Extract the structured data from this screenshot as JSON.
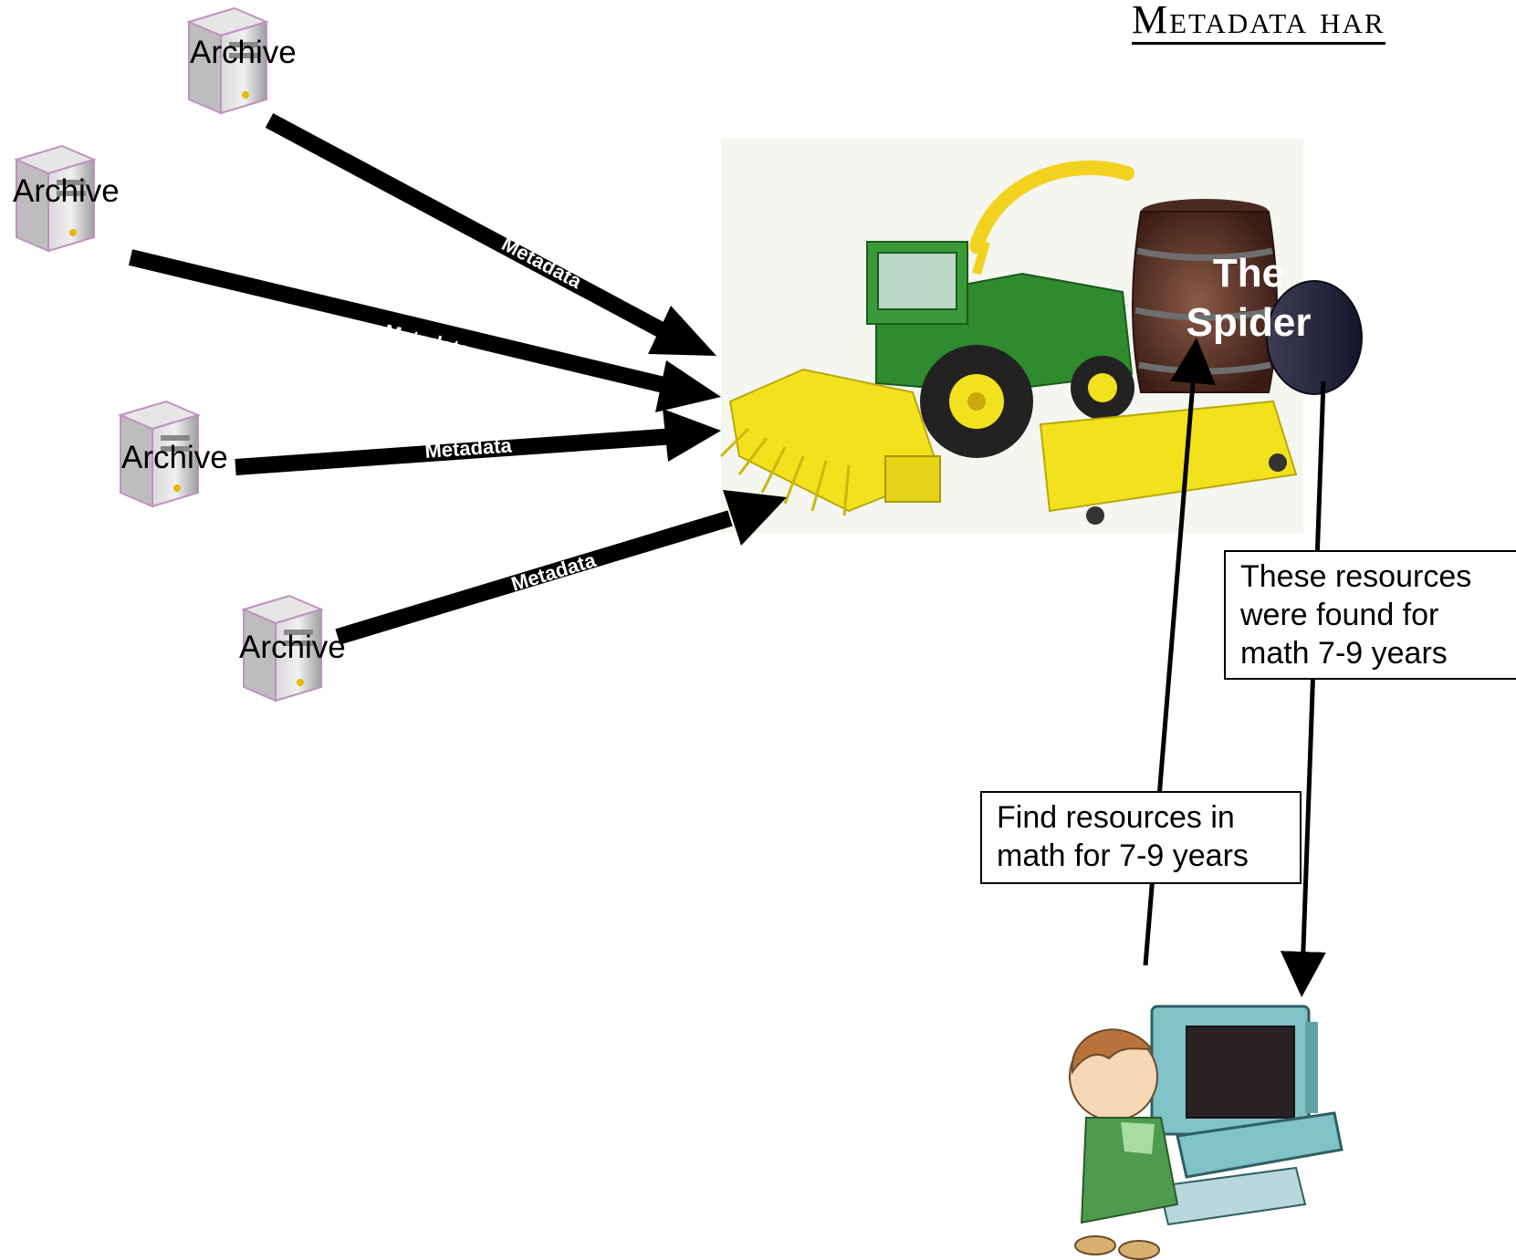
{
  "title": "Metadata har",
  "archives": [
    {
      "label": "Archive"
    },
    {
      "label": "Archive"
    },
    {
      "label": "Archive"
    },
    {
      "label": "Archive"
    }
  ],
  "arrow_labels": [
    "Metadata",
    "Metadata",
    "Metadata",
    "Metadata"
  ],
  "spider": {
    "line1": "The",
    "line2": "Spider"
  },
  "query_box": "Find resources in\nmath for 7-9 years",
  "result_box": "These resources\nwere found for\nmath 7-9 years",
  "colors": {
    "tractor_green": "#2e8b2e",
    "header_yellow": "#f2e21e",
    "barrel_brown": "#5a2e22",
    "monitor_teal": "#7fc3c8"
  }
}
